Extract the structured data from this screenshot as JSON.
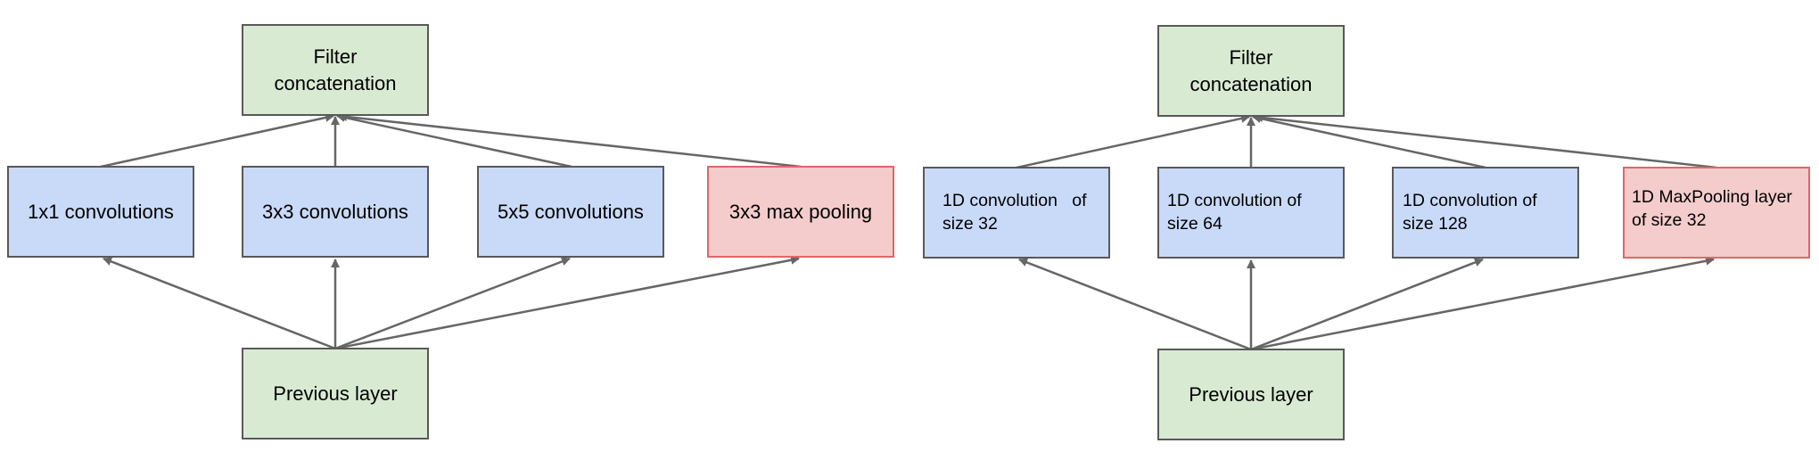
{
  "colors": {
    "concat_fill": "#d9ead3",
    "conv_fill": "#c9daf8",
    "pool_fill": "#f4cccc",
    "pool_border": "#e06666",
    "edge": "#666666"
  },
  "left_diagram": {
    "filter_concatenation": "Filter\nconcatenation",
    "conv_1x1": "1x1 convolutions",
    "conv_3x3": "3x3 convolutions",
    "conv_5x5": "5x5 convolutions",
    "max_pool": "3x3 max pooling",
    "previous_layer": "Previous layer"
  },
  "right_diagram": {
    "filter_concatenation": "Filter\nconcatenation",
    "conv_32": "1D convolution   of\nsize 32",
    "conv_64": "1D convolution of\nsize 64",
    "conv_128": "1D convolution of\nsize 128",
    "max_pool": "1D MaxPooling layer\nof size 32",
    "previous_layer": "Previous layer"
  }
}
